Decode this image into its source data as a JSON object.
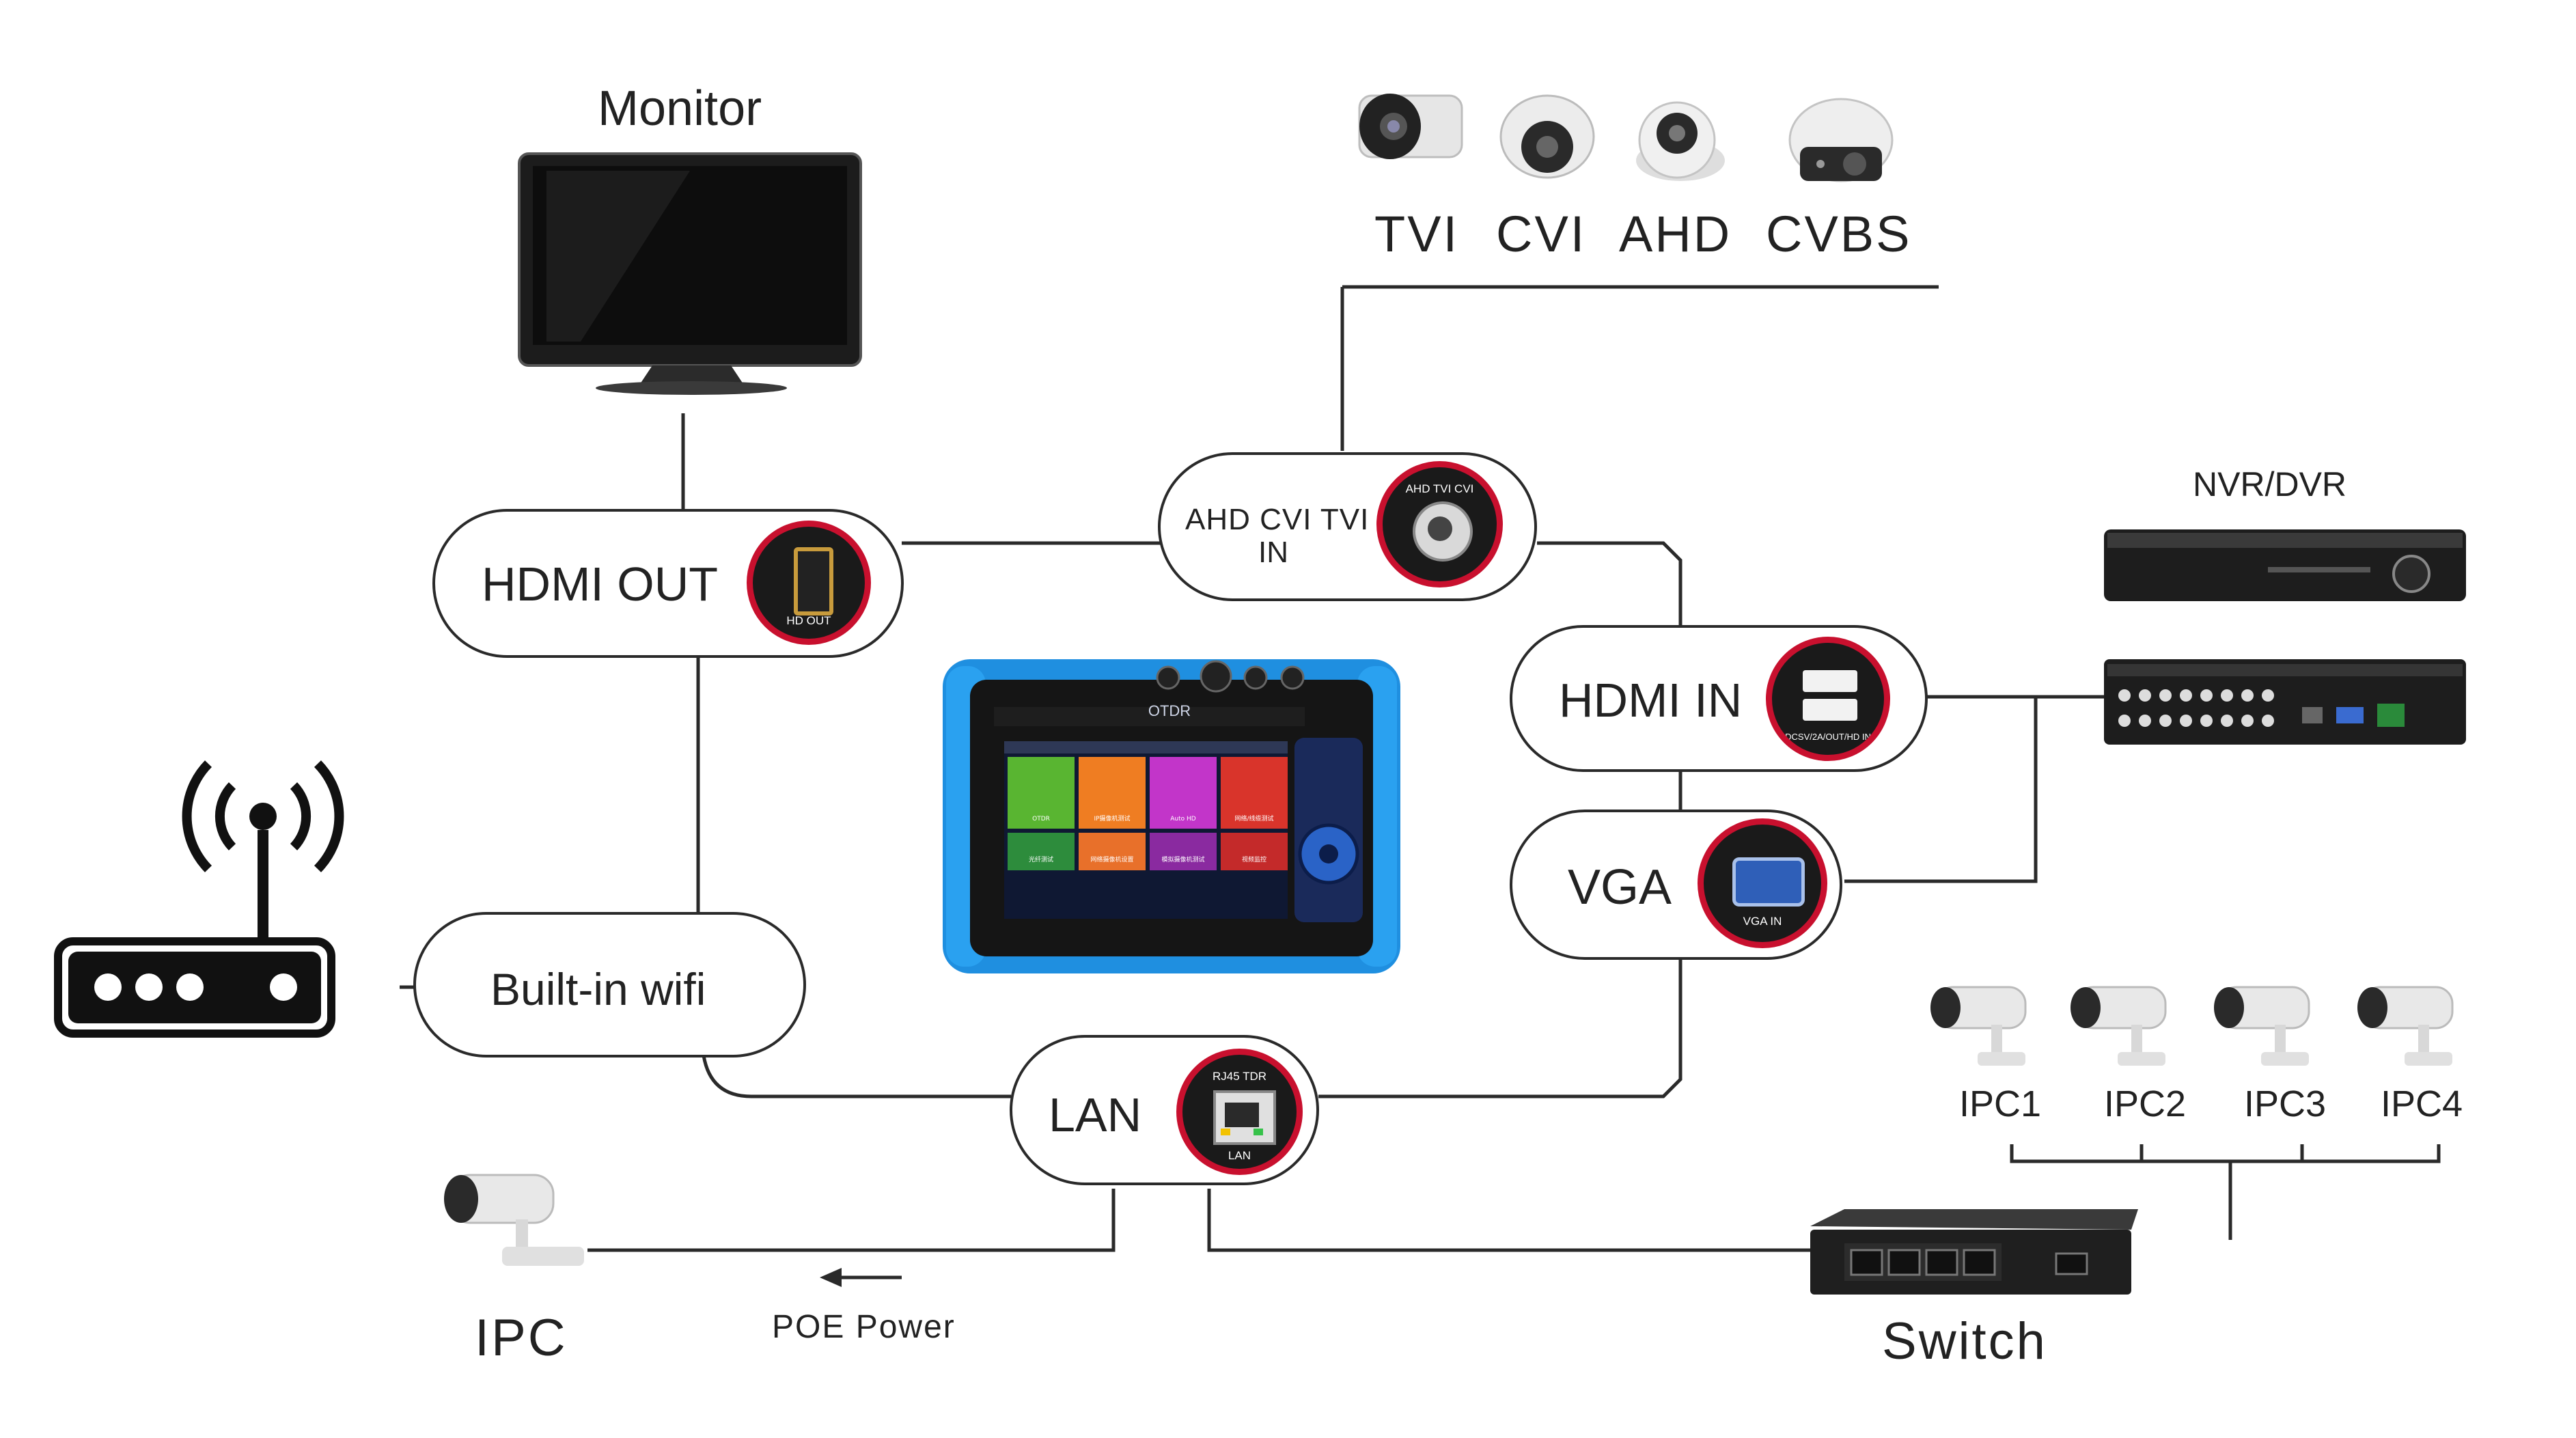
{
  "title": "",
  "devices": {
    "monitor": "Monitor",
    "nvr_dvr": "NVR/DVR",
    "switch": "Switch",
    "ipc": "IPC",
    "poe_power": "POE Power"
  },
  "cameras": [
    {
      "label": "TVI"
    },
    {
      "label": "CVI"
    },
    {
      "label": "AHD"
    },
    {
      "label": "CVBS"
    }
  ],
  "ipcs": [
    {
      "label": "IPC1"
    },
    {
      "label": "IPC2"
    },
    {
      "label": "IPC3"
    },
    {
      "label": "IPC4"
    }
  ],
  "ports": {
    "hdmi_out": {
      "label": "HDMI OUT",
      "caption": "HD OUT"
    },
    "ahd_in": {
      "label_line1": "AHD CVI TVI",
      "label_line2": "IN",
      "caption": "AHD TVI CVI"
    },
    "hdmi_in": {
      "label": "HDMI IN",
      "caption": "DCSV/2A/OUT/HD IN"
    },
    "vga": {
      "label": "VGA",
      "caption": "VGA IN"
    },
    "wifi": {
      "label": "Built-in wifi"
    },
    "lan": {
      "label": "LAN",
      "caption_top": "RJ45 TDR",
      "caption_bottom": "LAN"
    }
  },
  "tester": {
    "screen_title": "OTDR",
    "tiles": [
      {
        "label": "OTDR",
        "color": "#59b531"
      },
      {
        "label": "IP摄像机测试",
        "color": "#ef7d22"
      },
      {
        "label": "Auto HD",
        "color": "#c235c9"
      },
      {
        "label": "网络/线缆测试",
        "color": "#d9342b"
      },
      {
        "label": "光纤测试",
        "color": "#2d8c3c"
      },
      {
        "label": "网络摄像机设置",
        "color": "#e8702a"
      },
      {
        "label": "模拟摄像机测试",
        "color": "#8a2aa0"
      },
      {
        "label": "视频监控",
        "color": "#c42a2a"
      }
    ]
  },
  "colors": {
    "line": "#2a2a2a",
    "badge_ring": "#c8102e",
    "tester_blue": "#1f8fe0"
  }
}
